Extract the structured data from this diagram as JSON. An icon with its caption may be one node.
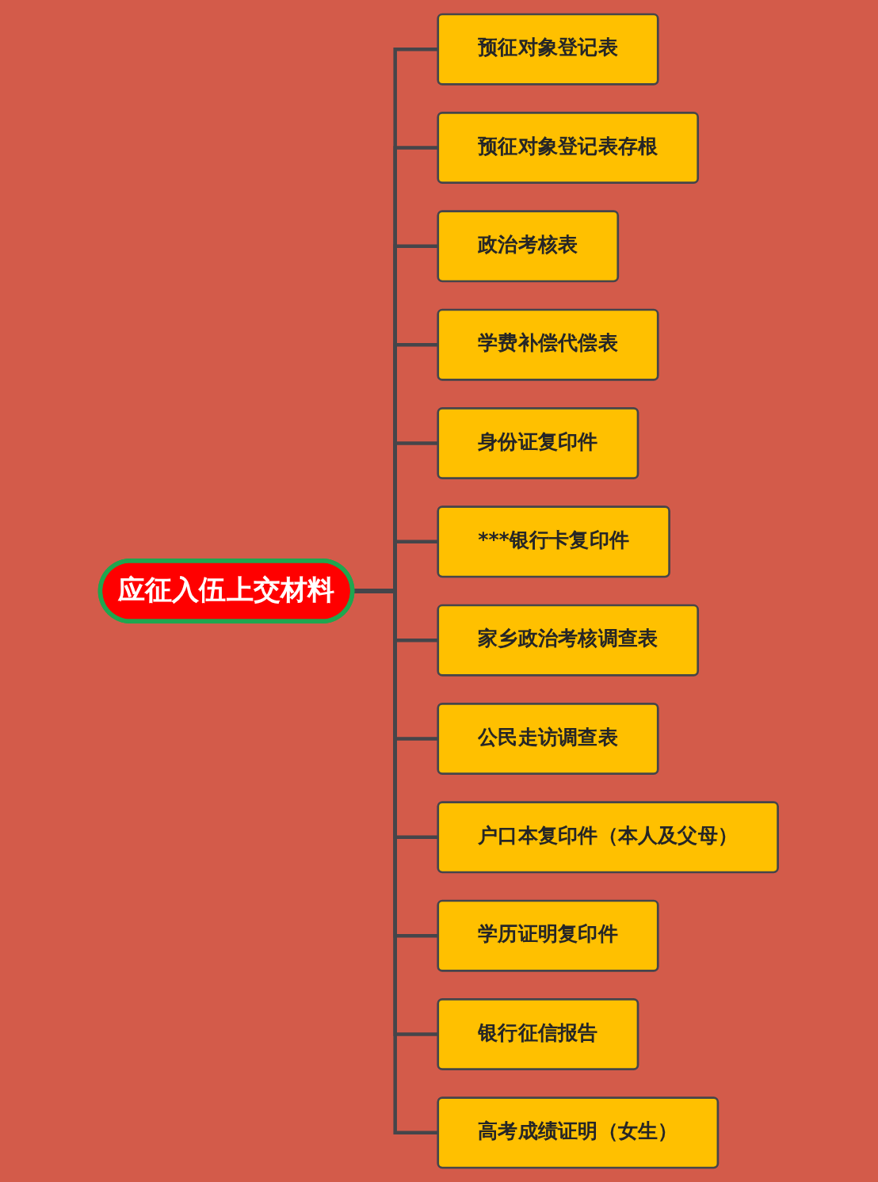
{
  "diagram": {
    "nodes": [
      {
        "text": [
          "应征入伍上交材料"
        ]
      },
      {
        "text": [
          "预征对象登记表"
        ]
      },
      {
        "text": [
          "预征对象登记表存根"
        ]
      },
      {
        "text": [
          "政治考核表"
        ]
      },
      {
        "text": [
          "学费补偿代偿表"
        ]
      },
      {
        "text": [
          "身份证复印件"
        ]
      },
      {
        "text": [
          "***银行卡复印件"
        ]
      },
      {
        "text": [
          "家乡政治考核调查表"
        ]
      },
      {
        "text": [
          "公民走访调查表"
        ]
      },
      {
        "text": [
          "户口本复印件（本人及父母）"
        ]
      },
      {
        "text": [
          "学历证明复印件"
        ]
      },
      {
        "text": [
          "银行征信报告"
        ]
      },
      {
        "text": [
          "高考成绩证明（女生）"
        ]
      }
    ],
    "edges": [
      {
        "from": 0,
        "to": 1,
        "arrow": "none"
      },
      {
        "from": 0,
        "to": 2,
        "arrow": "none"
      },
      {
        "from": 0,
        "to": 3,
        "arrow": "none"
      },
      {
        "from": 0,
        "to": 4,
        "arrow": "none"
      },
      {
        "from": 0,
        "to": 5,
        "arrow": "none"
      },
      {
        "from": 0,
        "to": 6,
        "arrow": "none"
      },
      {
        "from": 0,
        "to": 7,
        "arrow": "none"
      },
      {
        "from": 0,
        "to": 8,
        "arrow": "none"
      },
      {
        "from": 0,
        "to": 9,
        "arrow": "none"
      },
      {
        "from": 0,
        "to": 10,
        "arrow": "none"
      },
      {
        "from": 0,
        "to": 11,
        "arrow": "none"
      },
      {
        "from": 0,
        "to": 12,
        "arrow": "none"
      }
    ]
  }
}
